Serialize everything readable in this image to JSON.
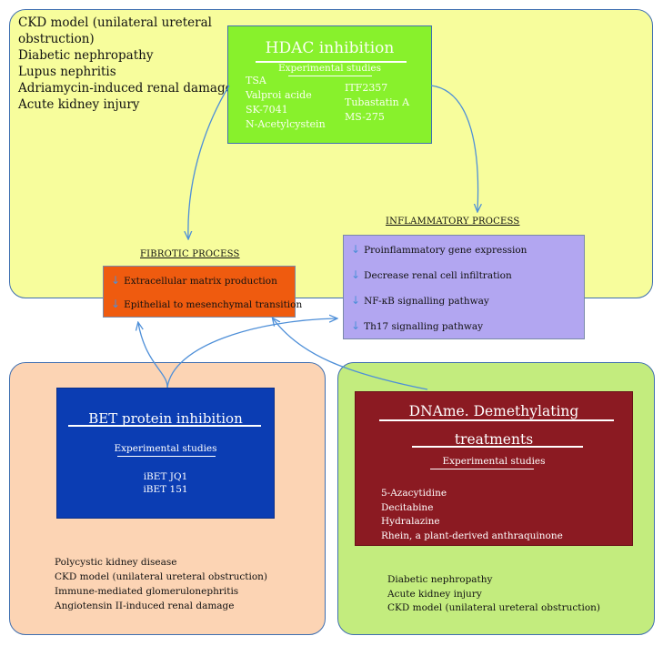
{
  "colors": {
    "top_panel": "#f7fd9c",
    "bet_panel": "#fcd4b4",
    "dna_panel": "#c3ec7e",
    "panel_border": "#3f6fb0",
    "hdac_box": "#88f12c",
    "fibrotic_box": "#ef5b0f",
    "inflammatory_box": "#b2a6f1",
    "bet_box": "#0b3db3",
    "dna_box": "#8b1a22",
    "arrow": "#4e8fd8"
  },
  "top_panel": {
    "conditions": [
      "CKD model (unilateral ureteral obstruction)",
      "Diabetic nephropathy",
      "Lupus nephritis",
      "Adriamycin-induced renal damage",
      "Acute kidney injury"
    ],
    "hdac": {
      "title": "HDAC inhibition",
      "subtitle": "Experimental studies",
      "drugs_left": [
        "TSA",
        "Valproi acide",
        "SK-7041",
        "N-Acetylcystein"
      ],
      "drugs_right": [
        "ITF2357",
        "Tubastatin A",
        "MS-275"
      ]
    },
    "fibrotic": {
      "heading": "FIBROTIC PROCESS",
      "items": [
        "Extracellular matrix production",
        "Epithelial to mesenchymal transition"
      ],
      "item_icon": "down-arrow-icon"
    },
    "inflammatory": {
      "heading": "INFLAMMATORY PROCESS",
      "items": [
        "Proinflammatory gene expression",
        "Decrease renal cell infiltration",
        "NF-κB signalling pathway",
        "Th17 signalling pathway"
      ],
      "item_icon": "down-arrow-icon"
    }
  },
  "bet_panel": {
    "title": "BET protein inhibition",
    "subtitle": "Experimental studies",
    "drugs": [
      "iBET JQ1",
      "iBET 151"
    ],
    "conditions": [
      "Polycystic kidney disease",
      "CKD model (unilateral ureteral obstruction)",
      "Immune-mediated glomerulonephritis",
      "Angiotensin II-induced renal damage"
    ]
  },
  "dna_panel": {
    "title_line1": "DNAme. Demethylating",
    "title_line2": "treatments",
    "subtitle": "Experimental studies",
    "drugs": [
      "5-Azacytidine",
      "Decitabine",
      "Hydralazine",
      "Rhein, a plant-derived anthraquinone"
    ],
    "conditions": [
      "Diabetic nephropathy",
      "Acute kidney injury",
      "CKD model (unilateral ureteral obstruction)"
    ]
  }
}
